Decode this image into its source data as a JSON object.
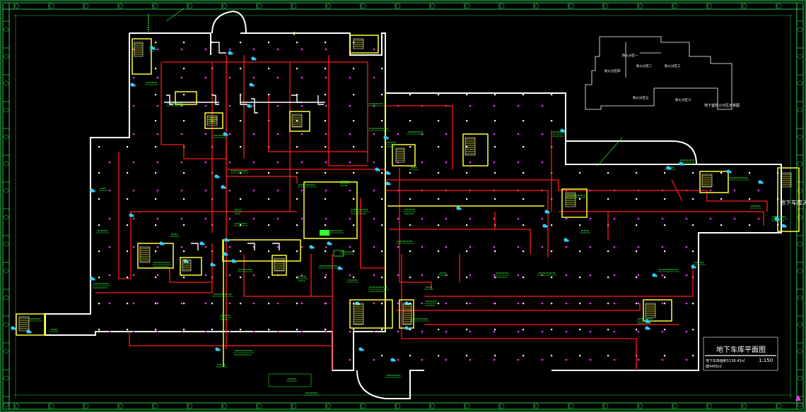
{
  "drawing": {
    "title": "地下车库平面图",
    "scale": "1:150",
    "area_note_1": "地下车库面积1156.43㎡",
    "area_note_2": "建4450㎡",
    "side_label": "地下车库入口"
  },
  "key_plan": {
    "label": "地下室防火分区示意图",
    "zone_labels": [
      "防火分区一",
      "防火分区二",
      "防火分区三",
      "防火分区四",
      "防火分区五",
      "防火分区六"
    ]
  },
  "colors": {
    "background": "#000000",
    "wall": "#ffffff",
    "core": "#ffff33",
    "pipe": "#ff1a1a",
    "sprinkler": "#ff33ff",
    "annotation": "#33ff33",
    "valve": "#33ccff",
    "frame": "#33ff66"
  },
  "icons": {
    "column": "white-dot",
    "sprinkler": "magenta-dot",
    "valve": "cyan-blob",
    "stair": "yellow-stair-core",
    "north": "north-arrow-icon"
  }
}
